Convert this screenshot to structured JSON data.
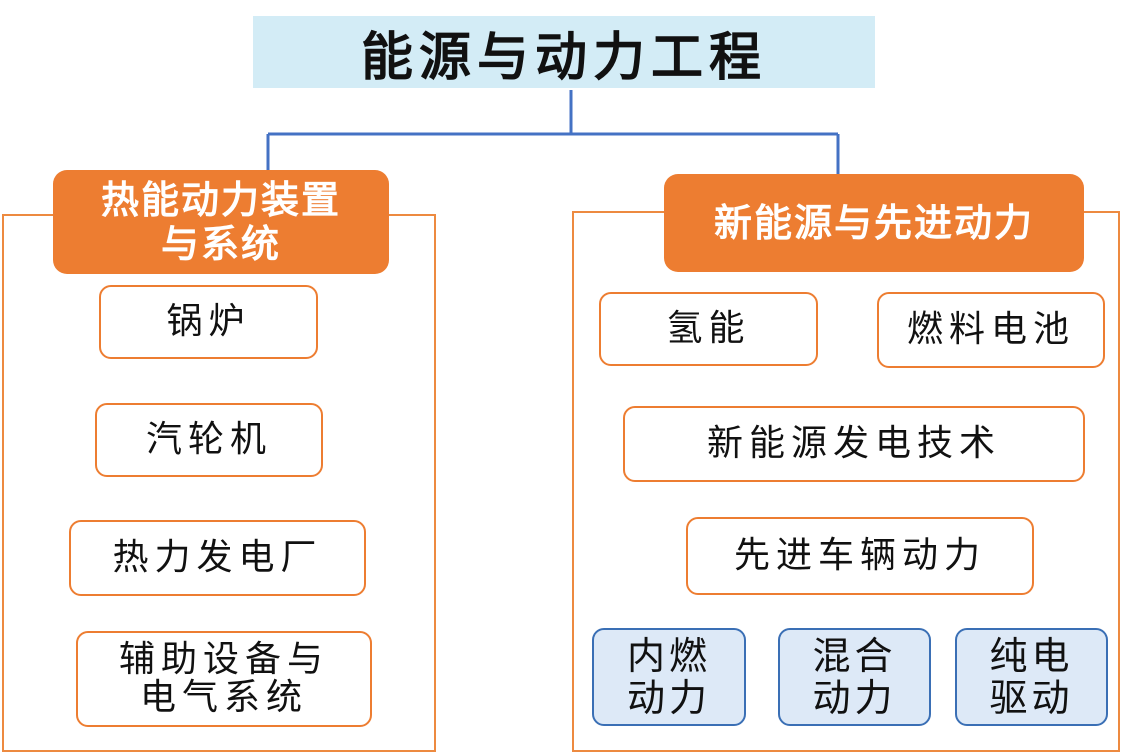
{
  "title": "能源与动力工程",
  "left": {
    "header": [
      "热能动力装置",
      "与系统"
    ],
    "items": [
      "锅炉",
      "汽轮机",
      "热力发电厂"
    ],
    "aux": [
      "辅助设备与",
      "电气系统"
    ]
  },
  "right": {
    "header": "新能源与先进动力",
    "hydrogen": "氢能",
    "fuel_cell": "燃料电池",
    "gen_tech": "新能源发电技术",
    "vehicle": "先进车辆动力",
    "sub": [
      {
        "l1": "内燃",
        "l2": "动力"
      },
      {
        "l1": "混合",
        "l2": "动力"
      },
      {
        "l1": "纯电",
        "l2": "驱动"
      }
    ]
  },
  "colors": {
    "accent": "#ed7d31",
    "title_bg": "#d3ecf6",
    "blue": "#3a6fb5",
    "sub_bg": "#dde9f7"
  }
}
